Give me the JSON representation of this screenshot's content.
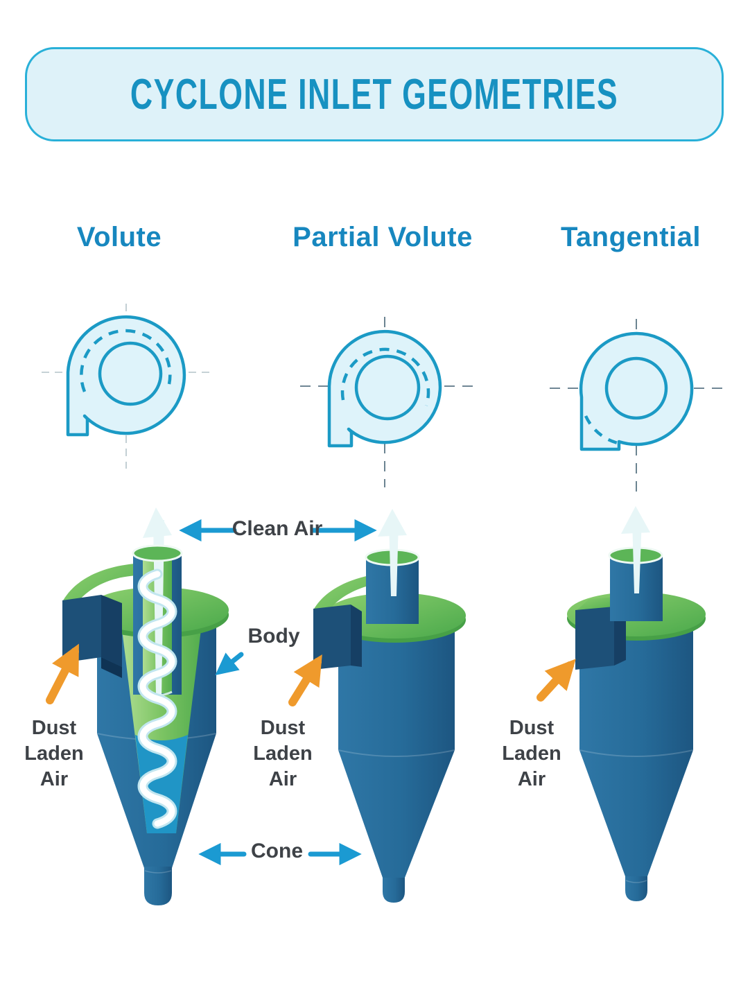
{
  "title": "CYCLONE INLET GEOMETRIES",
  "columns": [
    {
      "name": "Volute"
    },
    {
      "name": "Partial Volute"
    },
    {
      "name": "Tangential"
    }
  ],
  "annotations": {
    "clean_air": "Clean Air",
    "body": "Body",
    "cone": "Cone",
    "dust_laden_air": "Dust\nLaden\nAir"
  },
  "colors": {
    "title_text": "#1791c1",
    "banner_fill": "#def2f9",
    "banner_border": "#29b0d8",
    "header_text": "#1787bf",
    "label_text": "#3e4247",
    "label_arrow_blue": "#1b9ad2",
    "inlet_arrow_orange": "#ef9a2c",
    "cyclone_body_blue": "#266b99",
    "cyclone_cap_green": "#64bb58",
    "inlet_duct_blue": "#1d5078",
    "cutaway_inner_cyan": "#2095c6",
    "clean_air_arrow_white": "#e7f6f7",
    "topview_fill": "#def3fa",
    "topview_stroke": "#1b9ac5"
  }
}
